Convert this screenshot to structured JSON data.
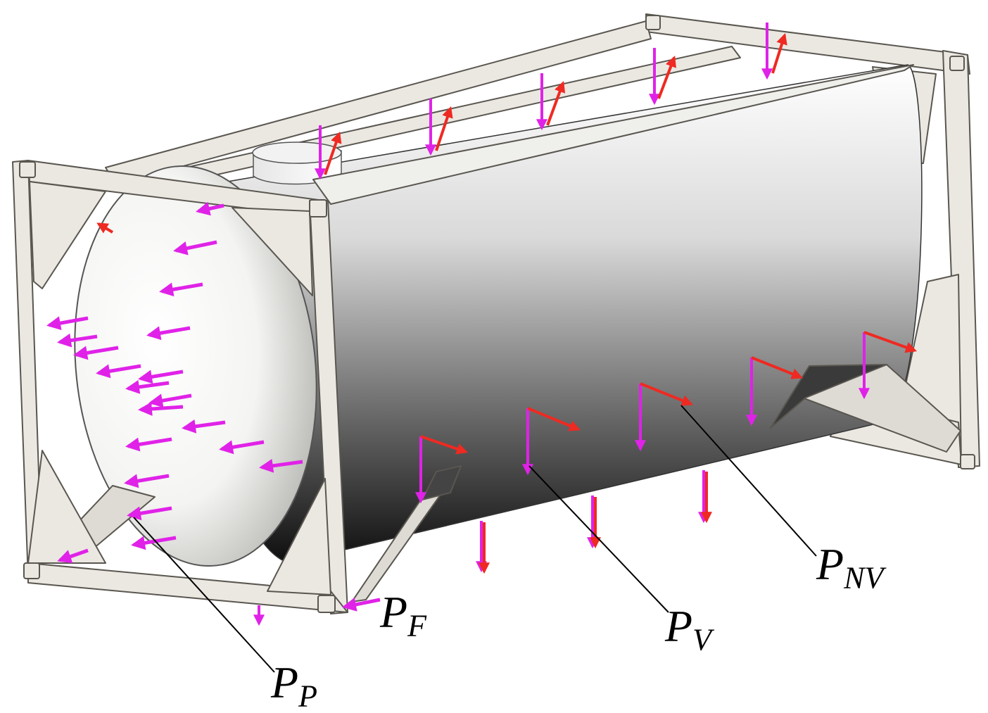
{
  "labels": {
    "pp": {
      "main": "P",
      "sub": "P"
    },
    "pf": {
      "main": "P",
      "sub": "F"
    },
    "pv": {
      "main": "P",
      "sub": "V"
    },
    "pnv": {
      "main": "P",
      "sub": "NV"
    }
  },
  "colors": {
    "frame_fill": "#ebe8e2",
    "frame_stroke": "#5a5650",
    "tank_light": "#ffffff",
    "tank_dark": "#111111",
    "arrow_magenta": "#e022e8",
    "arrow_red": "#ee2a22"
  },
  "icons": {
    "pressure_arrow": "magenta-left-arrow-icon",
    "vertical_arrow": "magenta-down-arrow-icon",
    "inertia_arrow": "red-arrow-icon"
  }
}
